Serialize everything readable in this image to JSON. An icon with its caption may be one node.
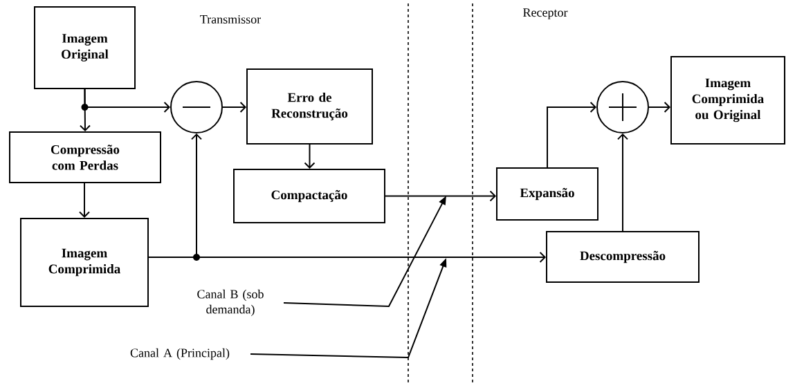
{
  "diagram": {
    "nodes": [
      {
        "text": [
          "Imagem Original"
        ]
      },
      {
        "text": [
          "Compressão com Perdas"
        ]
      },
      {
        "text": [
          "Imagem Comprimida"
        ]
      },
      {
        "text": [],
        "shape": "circle"
      },
      {
        "text": [
          "Erro de Reconstrução"
        ]
      },
      {
        "text": [
          "Compactação"
        ]
      },
      {
        "text": [
          "Expansão"
        ]
      },
      {
        "text": [],
        "shape": "circle"
      },
      {
        "text": [
          "Imagem Comprimida ou Original"
        ]
      },
      {
        "text": [
          "Descompressão"
        ]
      },
      {
        "text": [
          "Canal B (sob demanda)"
        ]
      },
      {
        "text": [
          "Canal A (Principal)"
        ]
      }
    ],
    "edges": [
      {
        "from": 0,
        "to": 1,
        "arrow": "to"
      },
      {
        "from": 0,
        "to": 3,
        "arrow": "to"
      },
      {
        "from": 1,
        "to": 2,
        "arrow": "to"
      },
      {
        "from": 2,
        "to": 3,
        "arrow": "to"
      },
      {
        "from": 2,
        "to": 9,
        "arrow": "to"
      },
      {
        "from": 3,
        "to": 4,
        "arrow": "to"
      },
      {
        "from": 4,
        "to": 5,
        "arrow": "to"
      },
      {
        "from": 5,
        "to": 6,
        "arrow": "to"
      },
      {
        "from": 6,
        "to": 7,
        "arrow": "to"
      },
      {
        "from": 9,
        "to": 7,
        "arrow": "to"
      },
      {
        "from": 7,
        "to": 8,
        "arrow": "to"
      },
      {
        "from": 10,
        "to": null,
        "arrow": "to"
      },
      {
        "from": 11,
        "to": null,
        "arrow": "to"
      }
    ],
    "labels": [
      "Transmissor",
      "Receptor"
    ]
  }
}
